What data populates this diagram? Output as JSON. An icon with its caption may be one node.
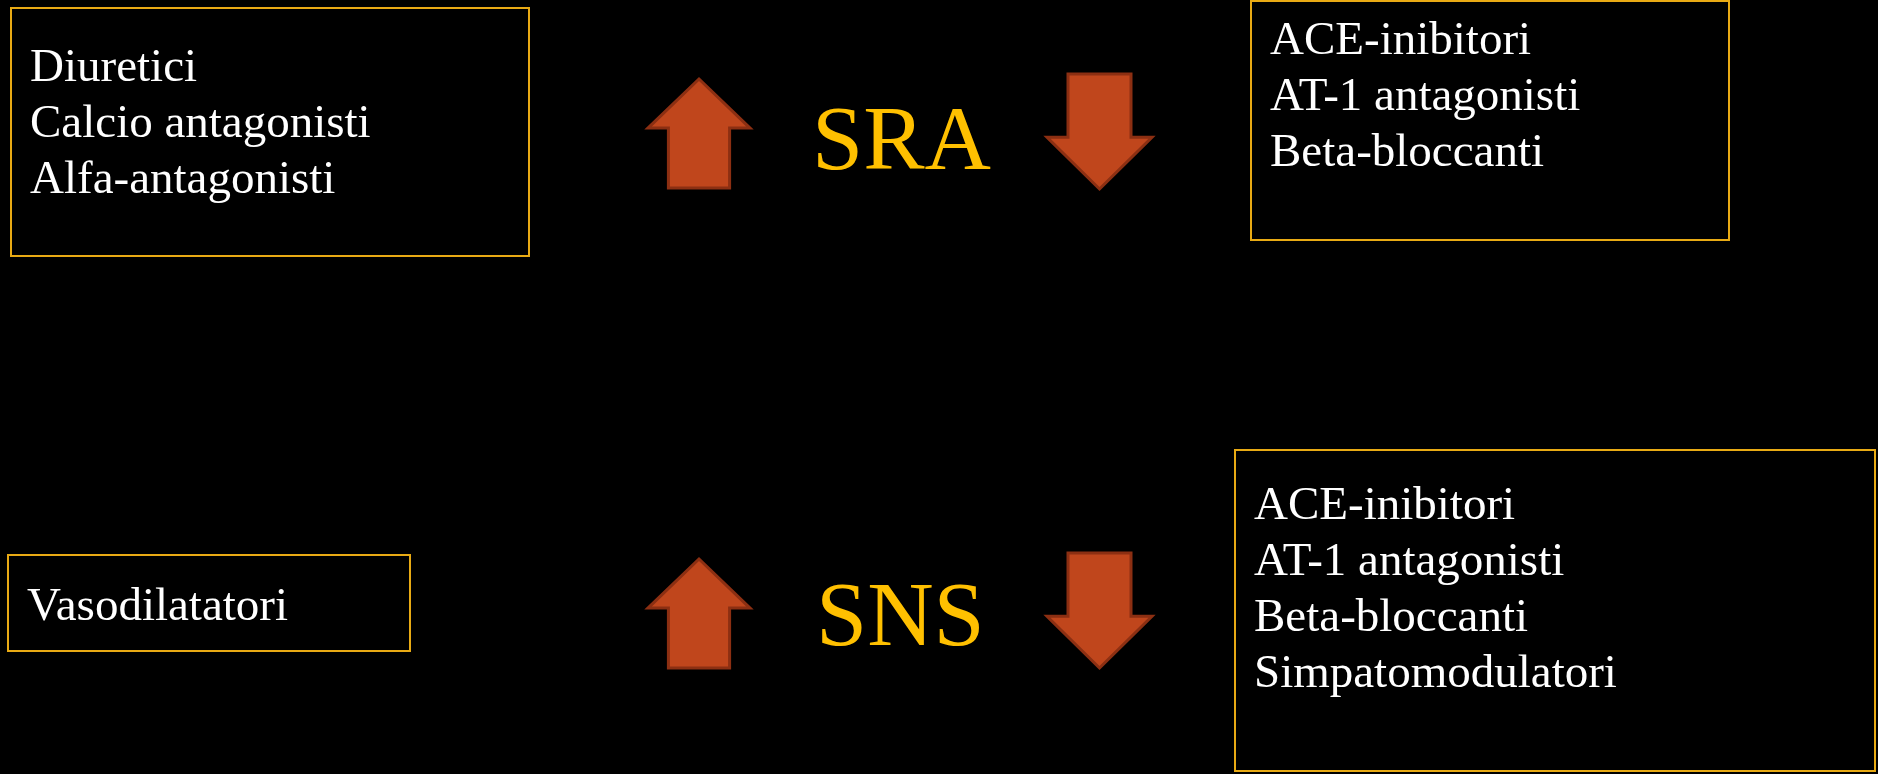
{
  "diagram": {
    "nodes": [
      {
        "text": [
          "Diuretici",
          "Calcio antagonisti",
          "Alfa-antagonisti"
        ]
      },
      {
        "text": [
          "ACE-inibitori",
          "AT-1 antagonisti",
          "Beta-bloccanti"
        ]
      },
      {
        "text": [
          "Vasodilatatori"
        ]
      },
      {
        "text": [
          "ACE-inibitori",
          "AT-1 antagonisti",
          "Beta-bloccanti",
          "Simpatomodulatori"
        ]
      }
    ],
    "labels": [
      "SRA",
      "SNS"
    ]
  }
}
